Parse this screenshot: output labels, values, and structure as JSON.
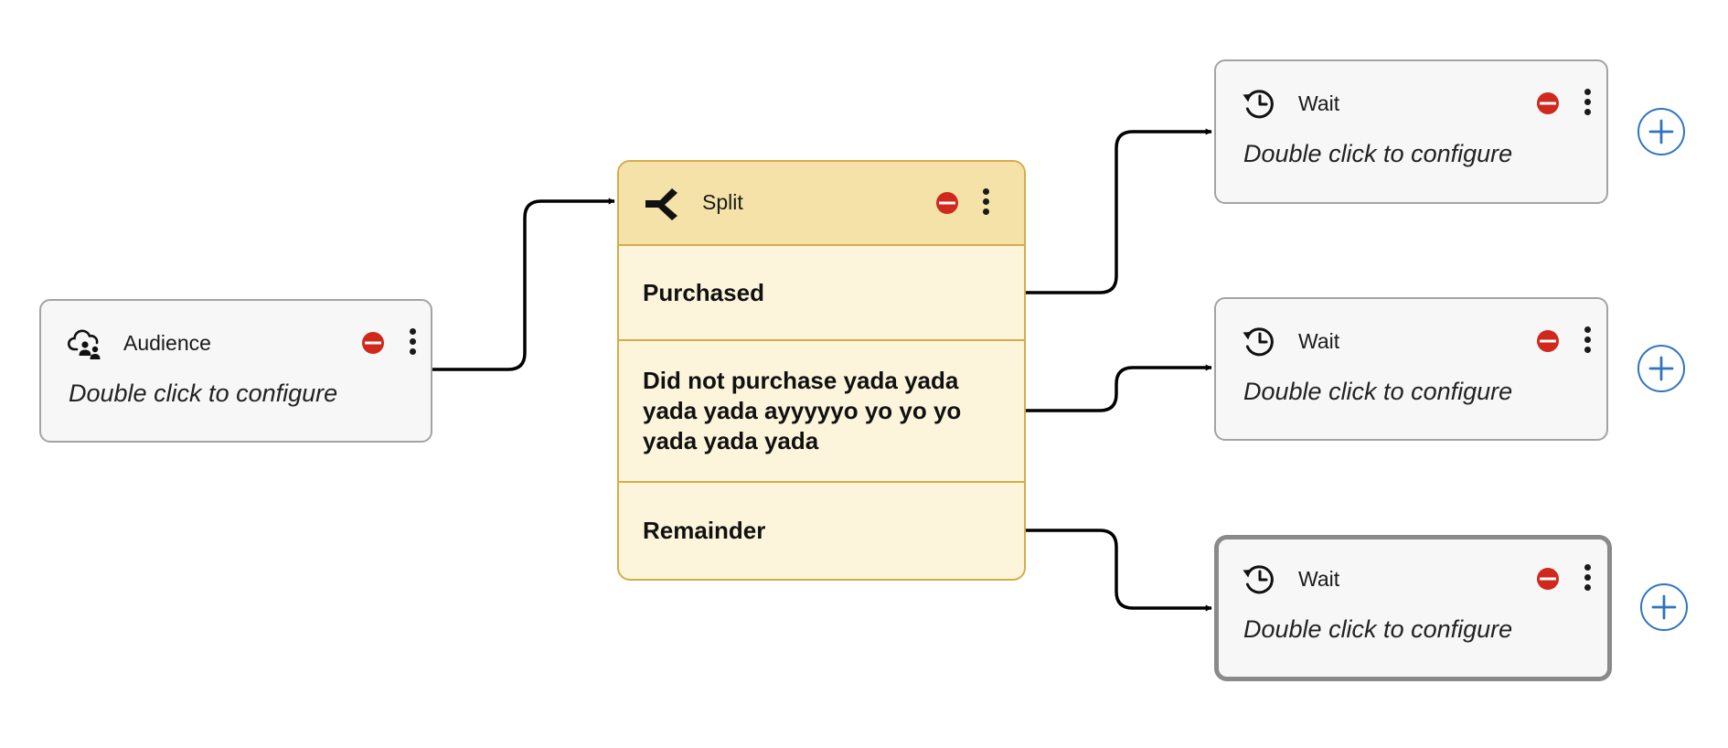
{
  "audience": {
    "title": "Audience",
    "subtitle": "Double click to configure",
    "icon": "cloud-users-icon",
    "status": "error-status-icon"
  },
  "split": {
    "title": "Split",
    "icon": "split-icon",
    "status": "error-status-icon",
    "branches": [
      "Purchased",
      "Did not purchase yada yada yada yada ayyyyyo yo yo yo yada yada yada",
      "Remainder"
    ]
  },
  "wait_nodes": [
    {
      "title": "Wait",
      "subtitle": "Double click to configure",
      "icon": "wait-clock-icon",
      "selected": false
    },
    {
      "title": "Wait",
      "subtitle": "Double click to configure",
      "icon": "wait-clock-icon",
      "selected": false
    },
    {
      "title": "Wait",
      "subtitle": "Double click to configure",
      "icon": "wait-clock-icon",
      "selected": true
    }
  ],
  "colors": {
    "node_bg": "#f7f7f7",
    "node_border": "#a3a3a3",
    "selected_border": "#8a8a8a",
    "split_header": "#f5e2a8",
    "split_body": "#fdf5db",
    "split_border": "#d3ad47",
    "status_red": "#d0281d",
    "add_blue": "#2f74c0",
    "connector": "#000000"
  }
}
